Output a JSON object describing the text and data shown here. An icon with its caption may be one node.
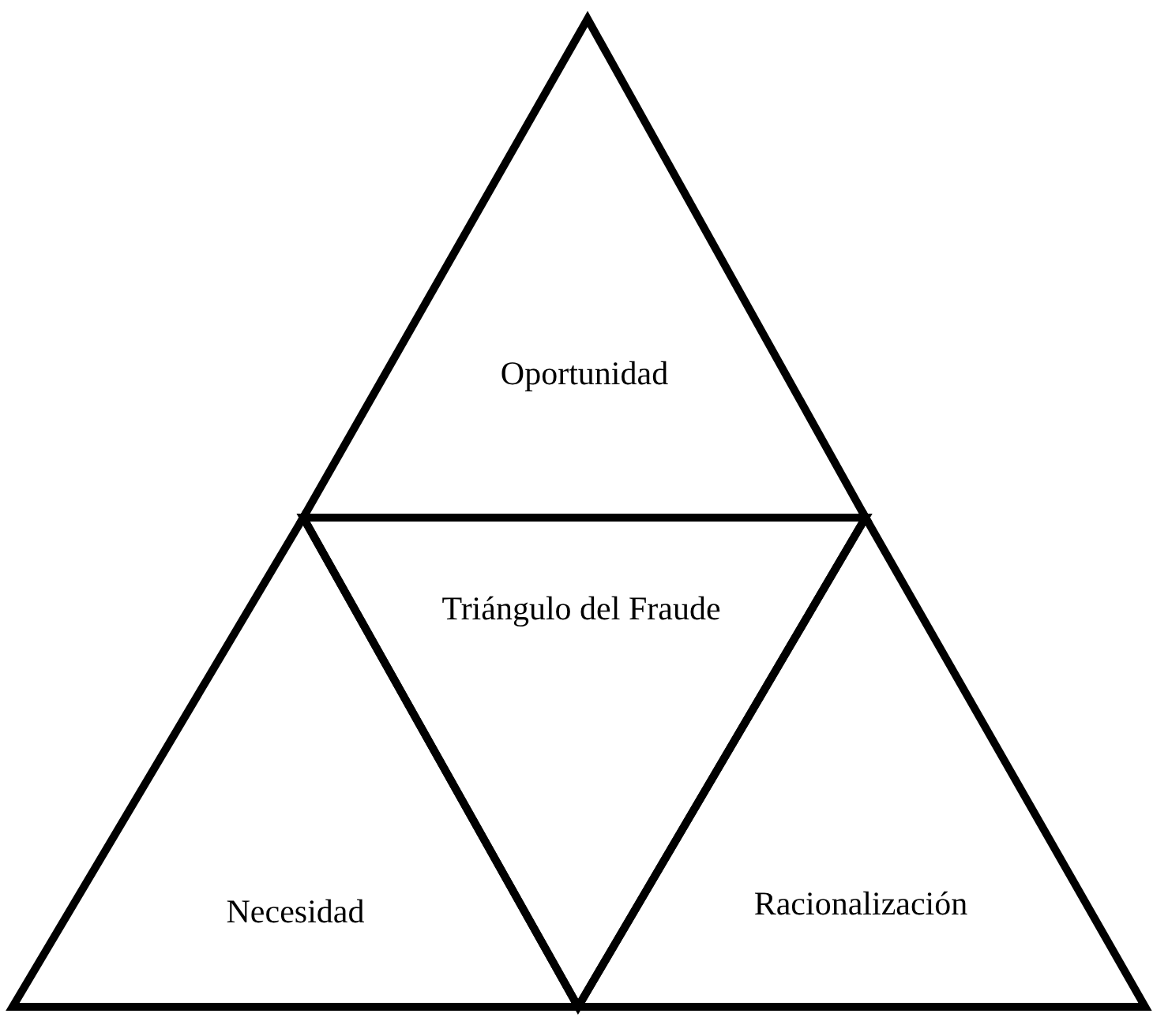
{
  "diagram": {
    "nodes": [
      {
        "text": [
          "Oportunidad"
        ]
      },
      {
        "text": [
          "Triángulo del Fraude"
        ]
      },
      {
        "text": [
          "Necesidad"
        ]
      },
      {
        "text": [
          "Racionalización"
        ]
      }
    ]
  }
}
